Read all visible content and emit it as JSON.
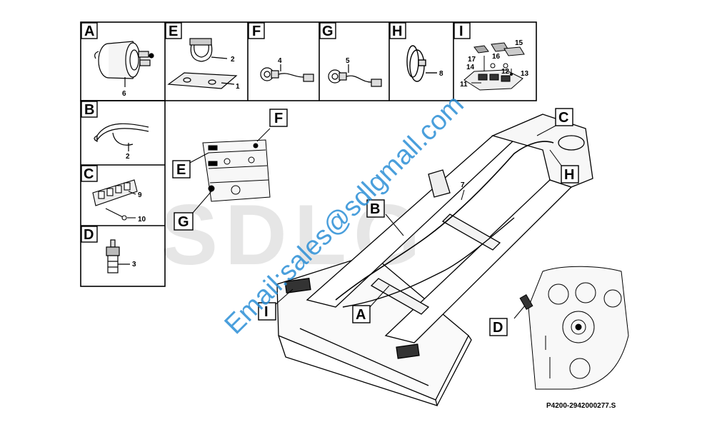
{
  "watermark": {
    "logo": "SDLG",
    "email": "Email:sales@sdlgmall.com"
  },
  "panels": {
    "A": {
      "letter": "A",
      "callouts": [
        "6"
      ]
    },
    "E": {
      "letter": "E",
      "callouts": [
        "2",
        "1"
      ]
    },
    "F": {
      "letter": "F",
      "callouts": [
        "4"
      ]
    },
    "G": {
      "letter": "G",
      "callouts": [
        "5"
      ]
    },
    "H": {
      "letter": "H",
      "callouts": [
        "8"
      ]
    },
    "I": {
      "letter": "I",
      "callouts": [
        "15",
        "17",
        "16",
        "14",
        "12",
        "13",
        "11"
      ]
    },
    "B": {
      "letter": "B",
      "callouts": [
        "2"
      ]
    },
    "C": {
      "letter": "C",
      "callouts": [
        "9",
        "10"
      ]
    },
    "D": {
      "letter": "D",
      "callouts": [
        "3"
      ]
    }
  },
  "frame_labels": [
    "F",
    "E",
    "G",
    "C",
    "H",
    "B",
    "A",
    "I",
    "D"
  ],
  "frame_callout": "7",
  "reference_code": "P4200-2942000277.S"
}
